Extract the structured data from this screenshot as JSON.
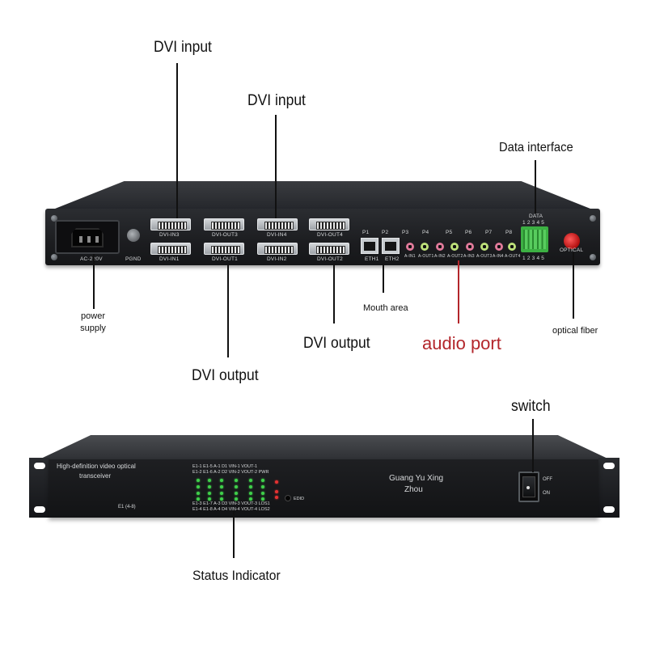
{
  "callouts": {
    "dvi_input_1": "DVI input",
    "dvi_input_2": "DVI input",
    "data_interface": "Data interface",
    "power_supply_line1": "power",
    "power_supply_line2": "supply",
    "mouth_area": "Mouth area",
    "dvi_output_1": "DVI output",
    "dvi_output_2": "DVI output",
    "audio_port": "audio port",
    "optical_fiber": "optical fiber",
    "switch": "switch",
    "status_indicator": "Status Indicator"
  },
  "rear_panel": {
    "power_label": "AC-220V",
    "pgnd_label": "PGND",
    "dvi_top": [
      "DVI-IN3",
      "DVI-OUT3",
      "DVI-IN4",
      "DVI-OUT4"
    ],
    "dvi_bottom": [
      "DVI-IN1",
      "DVI-OUT1",
      "DVI-IN2",
      "DVI-OUT2"
    ],
    "port_numbers": [
      "P1",
      "P2",
      "P3",
      "P4",
      "P5",
      "P6",
      "P7",
      "P8"
    ],
    "eth_labels": [
      "ETH1",
      "ETH2"
    ],
    "audio_labels": [
      "A-IN1",
      "A-OUT1",
      "A-IN2",
      "A-OUT2",
      "A-IN3",
      "A-OUT3",
      "A-IN4",
      "A-OUT4"
    ],
    "data_label": "DATA",
    "data_pins_top": "1 2 3 4 5",
    "data_pins_bottom": "1 2 3 4 5",
    "optical_label": "OPTICAL"
  },
  "front_panel": {
    "title_line1": "High-definition video optical",
    "title_line2": "transceiver",
    "e1_label": "E1 (4-8)",
    "brand_line1": "Guang Yu Xing",
    "brand_line2": "Zhou",
    "led_top_row1": "E1-1 E1-5  A-1   D1  VIN-1 VOUT-1",
    "led_top_row2": "E1-2 E1-6  A-2   D2  VIN-2 VOUT-2 PWR",
    "led_bottom_row1": "E1-3 E1-7  A-3   D3  VIN-3 VOUT-3 LOS1",
    "led_bottom_row2": "E1-4 E1-8  A-4   D4  VIN-4 VOUT-4 LOS2",
    "edid_label": "EDID",
    "switch_off": "OFF",
    "switch_on": "ON"
  },
  "colors": {
    "chassis": "#1c1d20",
    "callout_red": "#b3262b",
    "led_green": "#3fd04a",
    "led_red": "#e63232",
    "terminal_green": "#3cb043"
  }
}
